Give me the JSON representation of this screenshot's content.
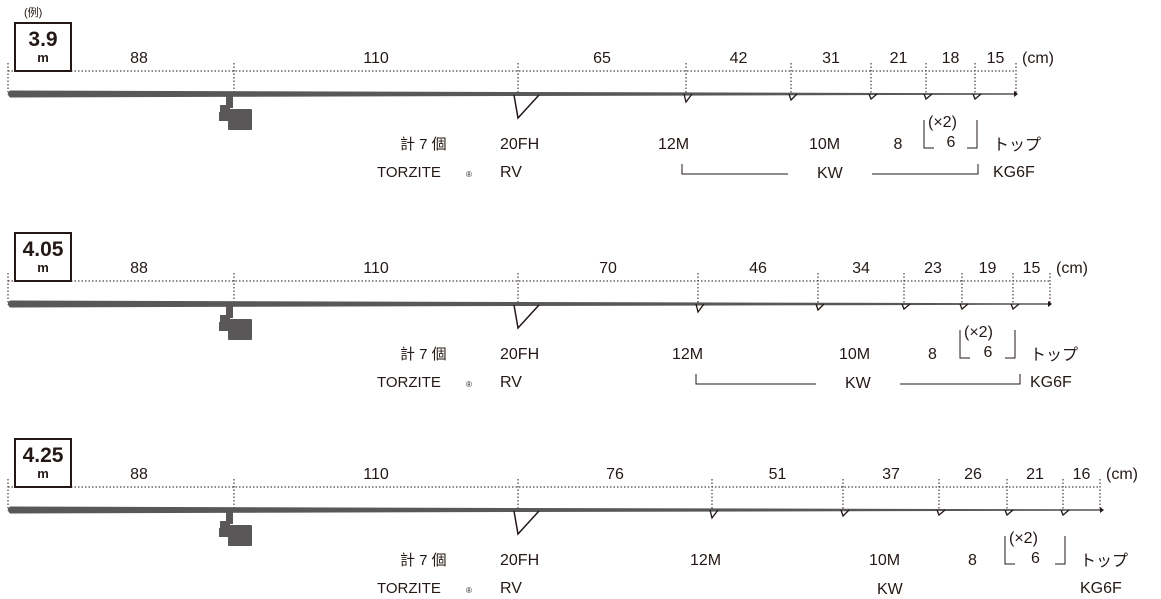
{
  "example_label": "(例)",
  "rods": [
    {
      "length_value": "3.9",
      "length_unit": "m",
      "segments": [
        "88",
        "110",
        "65",
        "42",
        "31",
        "21",
        "18",
        "15"
      ],
      "unit_label": "(cm)",
      "guide_count": "計 7 個",
      "guide_brand": "TORZITE",
      "reg_mark": "®",
      "first_guide_model": "20FH",
      "first_guide_type": "RV",
      "kw_guides": [
        "12M",
        "10M",
        "8"
      ],
      "kw_label": "KW",
      "multiplier": "(×2)",
      "small_guide": "6",
      "top_label": "トップ",
      "top_model": "KG6F"
    },
    {
      "length_value": "4.05",
      "length_unit": "m",
      "segments": [
        "88",
        "110",
        "70",
        "46",
        "34",
        "23",
        "19",
        "15"
      ],
      "unit_label": "(cm)",
      "guide_count": "計 7 個",
      "guide_brand": "TORZITE",
      "reg_mark": "®",
      "first_guide_model": "20FH",
      "first_guide_type": "RV",
      "kw_guides": [
        "12M",
        "10M",
        "8"
      ],
      "kw_label": "KW",
      "multiplier": "(×2)",
      "small_guide": "6",
      "top_label": "トップ",
      "top_model": "KG6F"
    },
    {
      "length_value": "4.25",
      "length_unit": "m",
      "segments": [
        "88",
        "110",
        "76",
        "51",
        "37",
        "26",
        "21",
        "16"
      ],
      "unit_label": "(cm)",
      "guide_count": "計 7 個",
      "guide_brand": "TORZITE",
      "reg_mark": "®",
      "first_guide_model": "20FH",
      "first_guide_type": "RV",
      "kw_guides": [
        "12M",
        "10M",
        "8"
      ],
      "kw_label": "KW",
      "multiplier": "(×2)",
      "small_guide": "6",
      "top_label": "トップ",
      "top_model": "KG6F"
    }
  ]
}
